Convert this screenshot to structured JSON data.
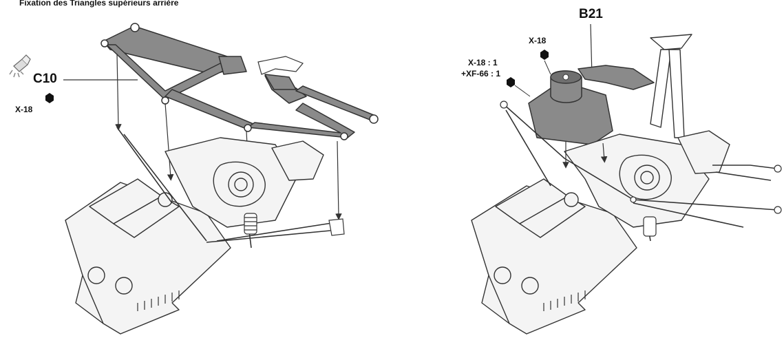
{
  "header": {
    "title": "Fixation des Triangles supérieurs arrière"
  },
  "left_assembly": {
    "part_label": "C10",
    "paint_label": "X-18"
  },
  "right_assembly": {
    "part_label": "B21",
    "paint_label_top": "X-18",
    "mix_line_1": "X-18 : 1",
    "mix_line_2": "+XF-66 : 1"
  },
  "colors": {
    "line": "#333333",
    "part_fill": "#8a8a8a",
    "engine_fill": "#f4f4f4",
    "paper": "#ffffff"
  },
  "icons": [
    "cement-tube-icon",
    "paint-drop-icon"
  ]
}
